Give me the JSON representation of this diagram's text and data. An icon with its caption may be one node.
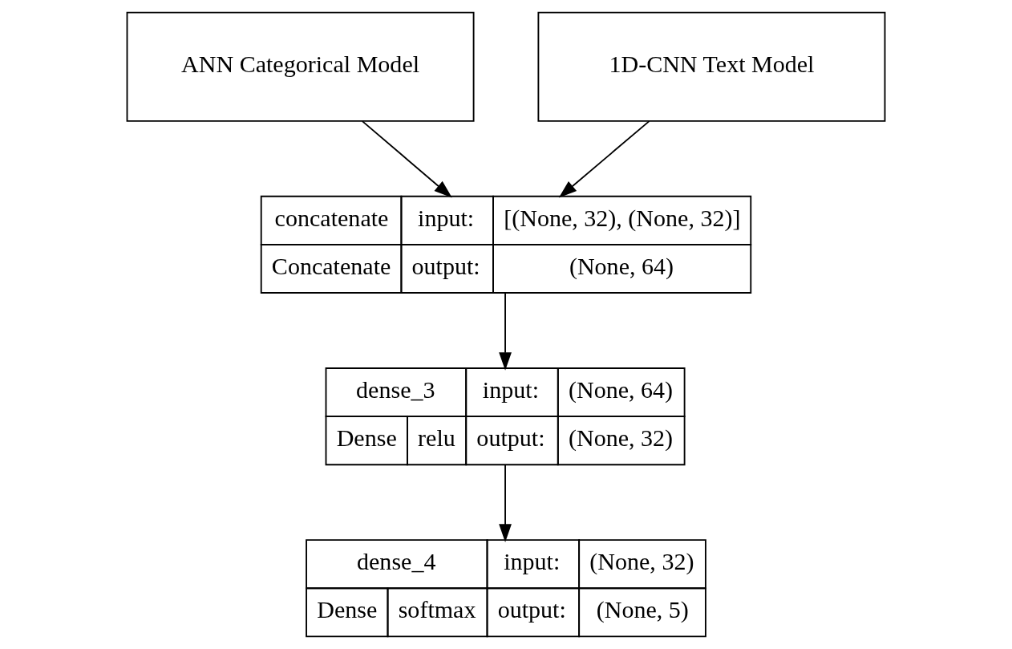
{
  "diagram": {
    "nodes": [
      {
        "text": [
          "ANN Categorical Model"
        ]
      },
      {
        "text": [
          "1D-CNN Text Model"
        ]
      },
      {
        "text": [
          "concatenate",
          "input:",
          "[(None, 32), (None, 32)]",
          "Concatenate",
          "output:",
          "(None, 64)"
        ]
      },
      {
        "text": [
          "dense_3",
          "input:",
          "(None, 64)",
          "Dense",
          "relu",
          "output:",
          "(None, 32)"
        ]
      },
      {
        "text": [
          "dense_4",
          "input:",
          "(None, 32)",
          "Dense",
          "softmax",
          "output:",
          "(None, 5)"
        ]
      }
    ],
    "edges": [
      {
        "from": 0,
        "to": 2,
        "arrow": "to"
      },
      {
        "from": 1,
        "to": 2,
        "arrow": "to"
      },
      {
        "from": 2,
        "to": 3,
        "arrow": "to"
      },
      {
        "from": 3,
        "to": 4,
        "arrow": "to"
      }
    ]
  }
}
